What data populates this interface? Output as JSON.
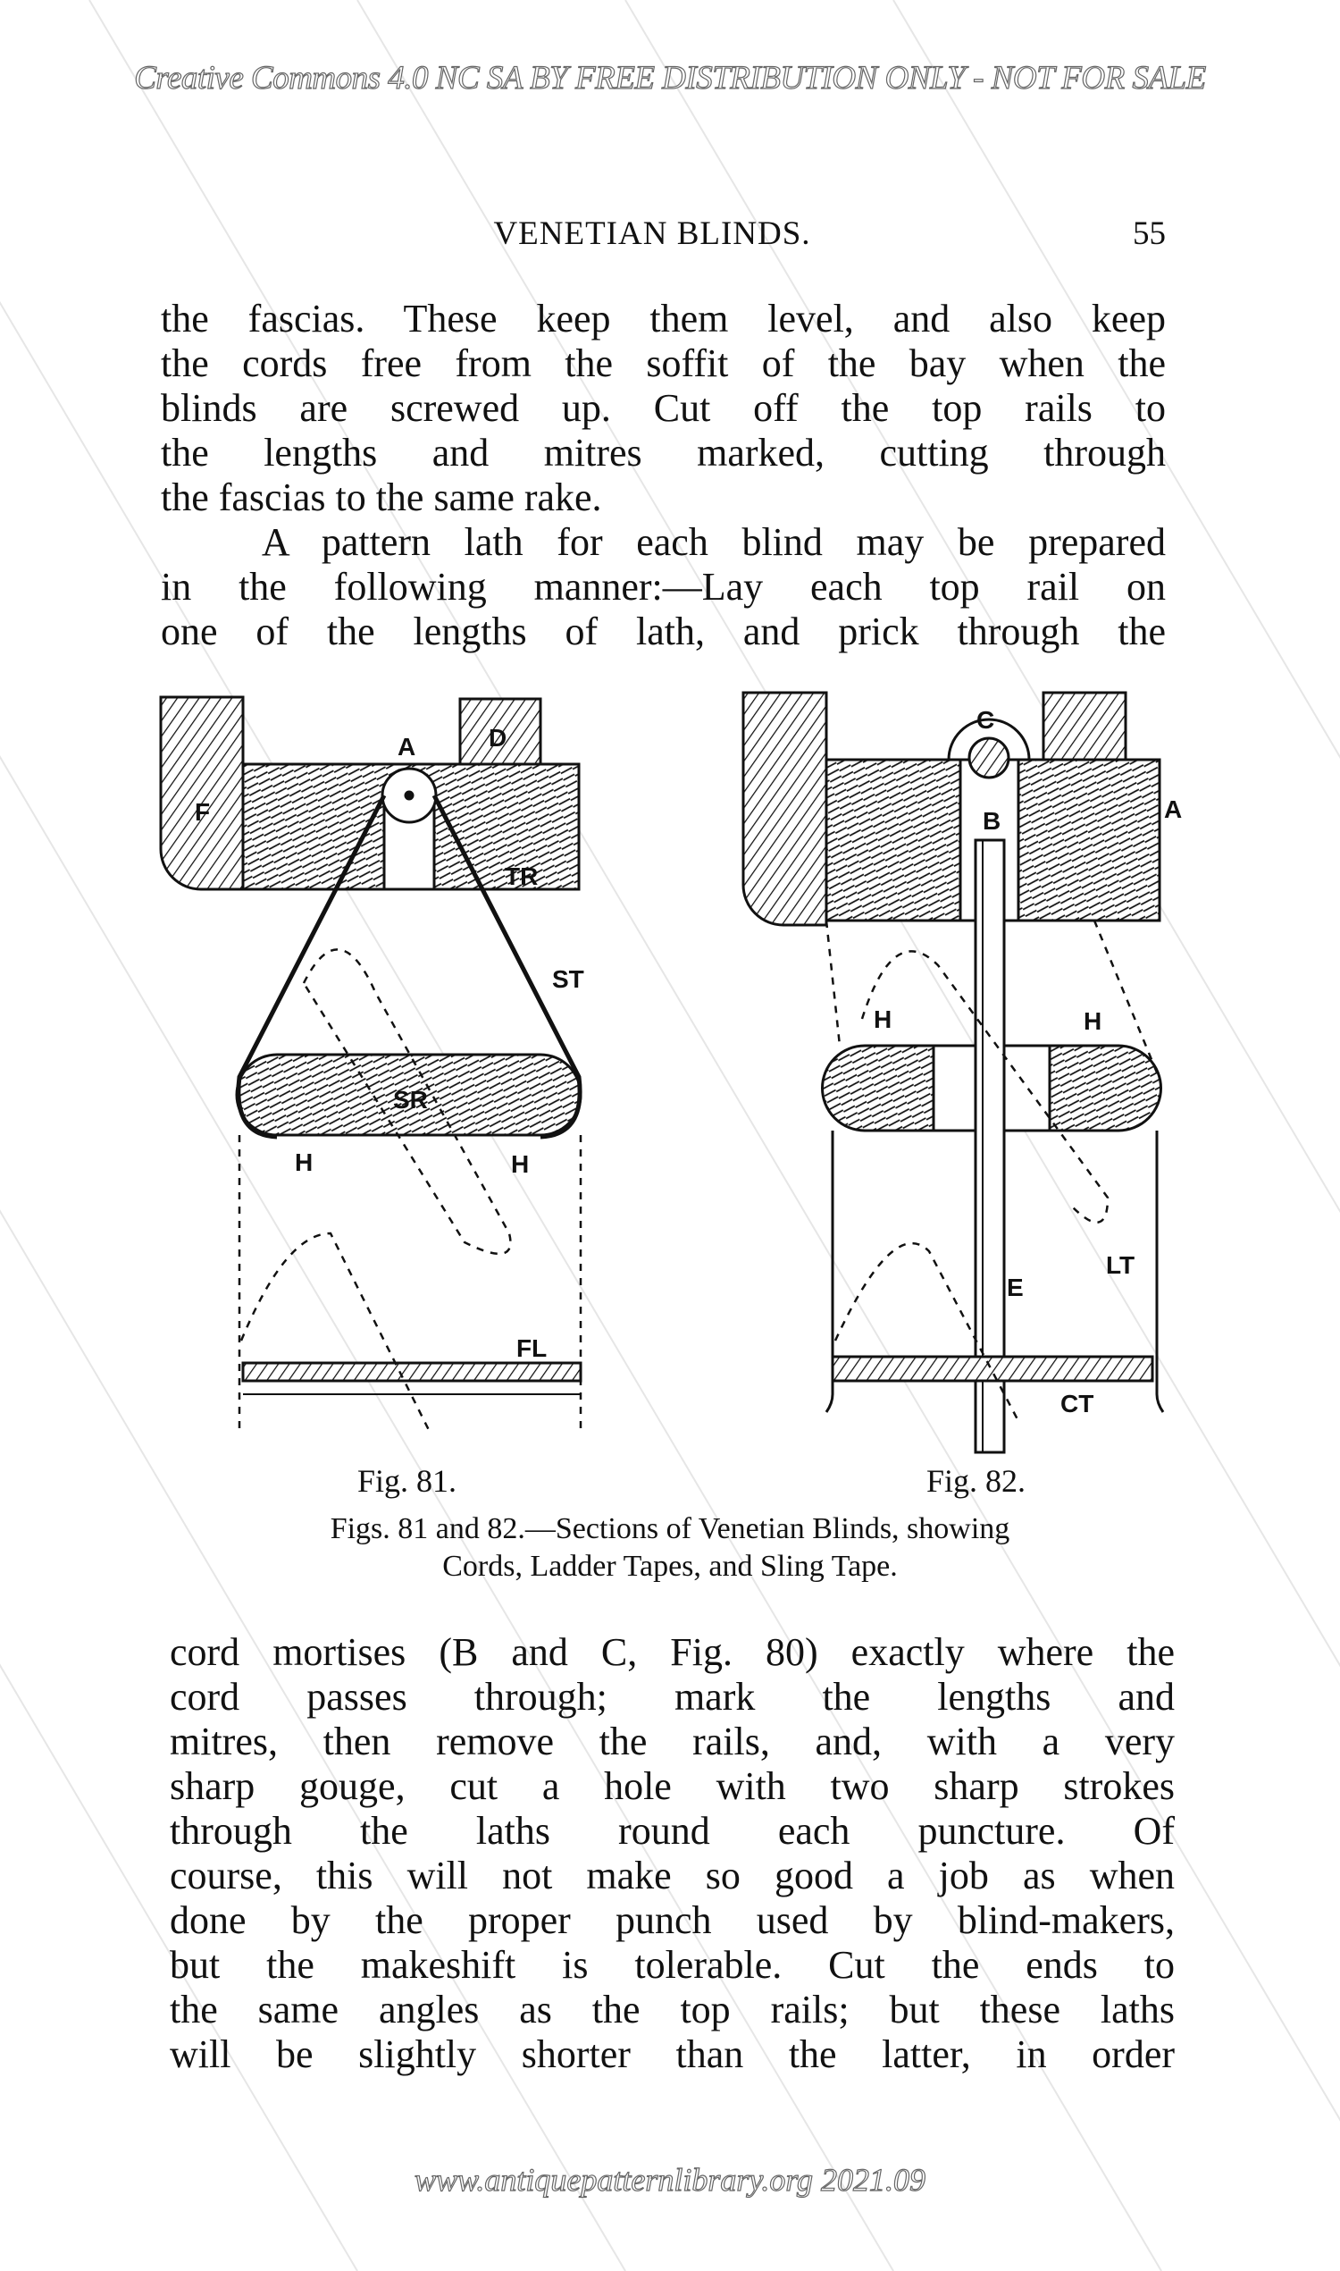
{
  "watermark_top": "Creative Commons 4.0 NC SA BY FREE DISTRIBUTION ONLY - NOT FOR SALE",
  "watermark_bottom": "www.antiquepatternlibrary.org 2021.09",
  "running_head": {
    "title": "VENETIAN BLINDS.",
    "page_number": "55"
  },
  "paragraph1": [
    "the fascias.  These keep them level, and also keep",
    "the cords free from the soffit of the bay when the",
    "blinds are screwed up.  Cut off the top rails to",
    "the lengths and mitres marked, cutting through",
    "the fascias to the same rake.",
    "   A pattern lath for each blind may be prepared",
    "in the following manner:—Lay each top rail on",
    "one of the lengths of lath, and prick through the"
  ],
  "figure81": {
    "caption": "Fig. 81.",
    "labels": {
      "A": "A",
      "D": "D",
      "F": "F",
      "TR": "TR",
      "ST": "ST",
      "SR": "SR",
      "H1": "H",
      "H2": "H",
      "FL": "FL"
    }
  },
  "figure82": {
    "caption": "Fig. 82.",
    "labels": {
      "C": "C",
      "A": "A",
      "B": "B",
      "H1": "H",
      "H2": "H",
      "LT": "LT",
      "E": "E",
      "CT": "CT"
    }
  },
  "figure_caption": [
    "Figs. 81 and 82.—Sections of Venetian Blinds, showing",
    "Cords, Ladder Tapes, and Sling Tape."
  ],
  "paragraph2": [
    "cord mortises (B and C, Fig. 80) exactly where the",
    "cord passes through; mark the lengths and",
    "mitres, then remove the rails, and, with a very",
    "sharp gouge, cut a hole with two sharp strokes",
    "through the laths round each puncture.  Of",
    "course, this will not make so good a job as when",
    "done by the proper punch used by blind-makers,",
    "but the makeshift is tolerable.  Cut the ends to",
    "the same angles as the top rails; but these laths",
    "will be slightly shorter than the latter, in order"
  ]
}
